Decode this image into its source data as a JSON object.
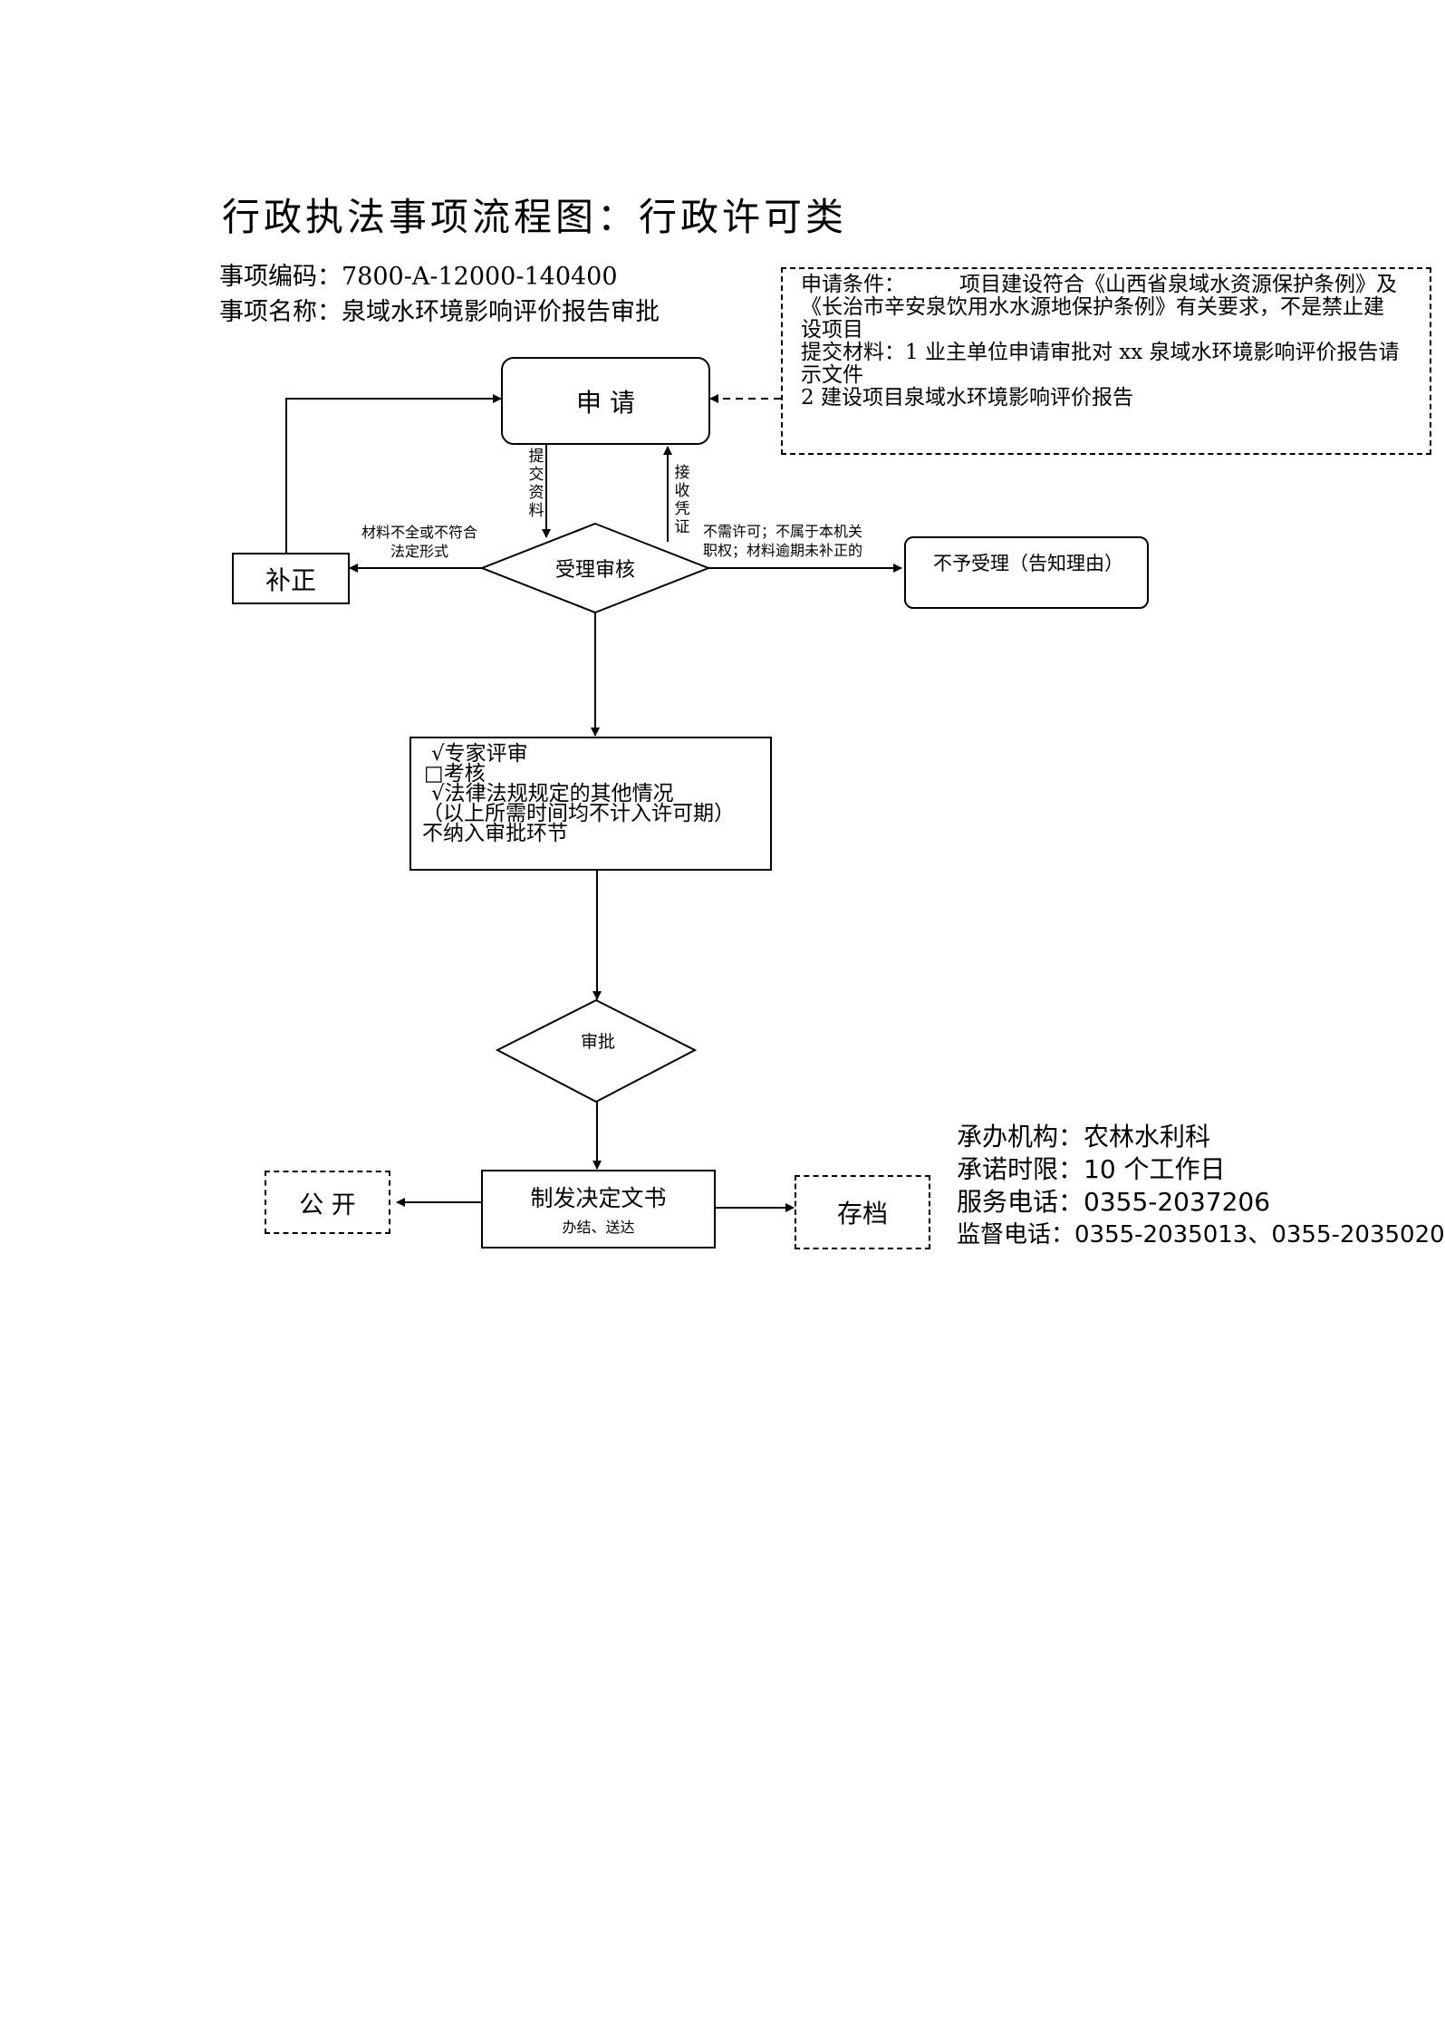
{
  "title": "行政执法事项流程图：行政许可类",
  "item_code": "事项编码：7800-A-12000-140400",
  "item_name": "事项名称：泉域水环境影响评价报告审批",
  "conditions": {
    "line1_label": "申请条件：",
    "line1_text": "项目建设符合《山西省泉域水资源保护条例》及",
    "line2": "《长治市辛安泉饮用水水源地保护条例》有关要求，不是禁止建",
    "line3": "设项目",
    "line4": "提交材料：1 业主单位申请审批对 xx 泉域水环境影响评价报告请",
    "line5": "示文件",
    "line6": "2 建设项目泉域水环境影响评价报告"
  },
  "nodes": {
    "apply": "申  请",
    "review": "受理审核",
    "correct": "补正",
    "reject": "不予受理（告知理由）",
    "expert_line1": "√专家评审",
    "expert_line2": "□考核",
    "expert_line3": "√法律法规规定的其他情况",
    "expert_line4": "（以上所需时间均不计入许可期）",
    "expert_line5": "不纳入审批环节",
    "approve": "审批",
    "issue_main": "制发决定文书",
    "issue_sub": "办结、送达",
    "publish": "公  开",
    "archive": "存档"
  },
  "edge_labels": {
    "submit": "提交资料",
    "receipt": "接收凭证",
    "incomplete_1": "材料不全或不符合",
    "incomplete_2": "法定形式",
    "reject_1": "不需许可；不属于本机关",
    "reject_2": "职权；材料逾期未补正的"
  },
  "info": {
    "agency": "承办机构：农林水利科",
    "time_limit": "承诺时限：10 个工作日",
    "service_phone": "服务电话：0355-2037206",
    "supervise_phone": "监督电话：0355-2035013、0355-2035020"
  }
}
